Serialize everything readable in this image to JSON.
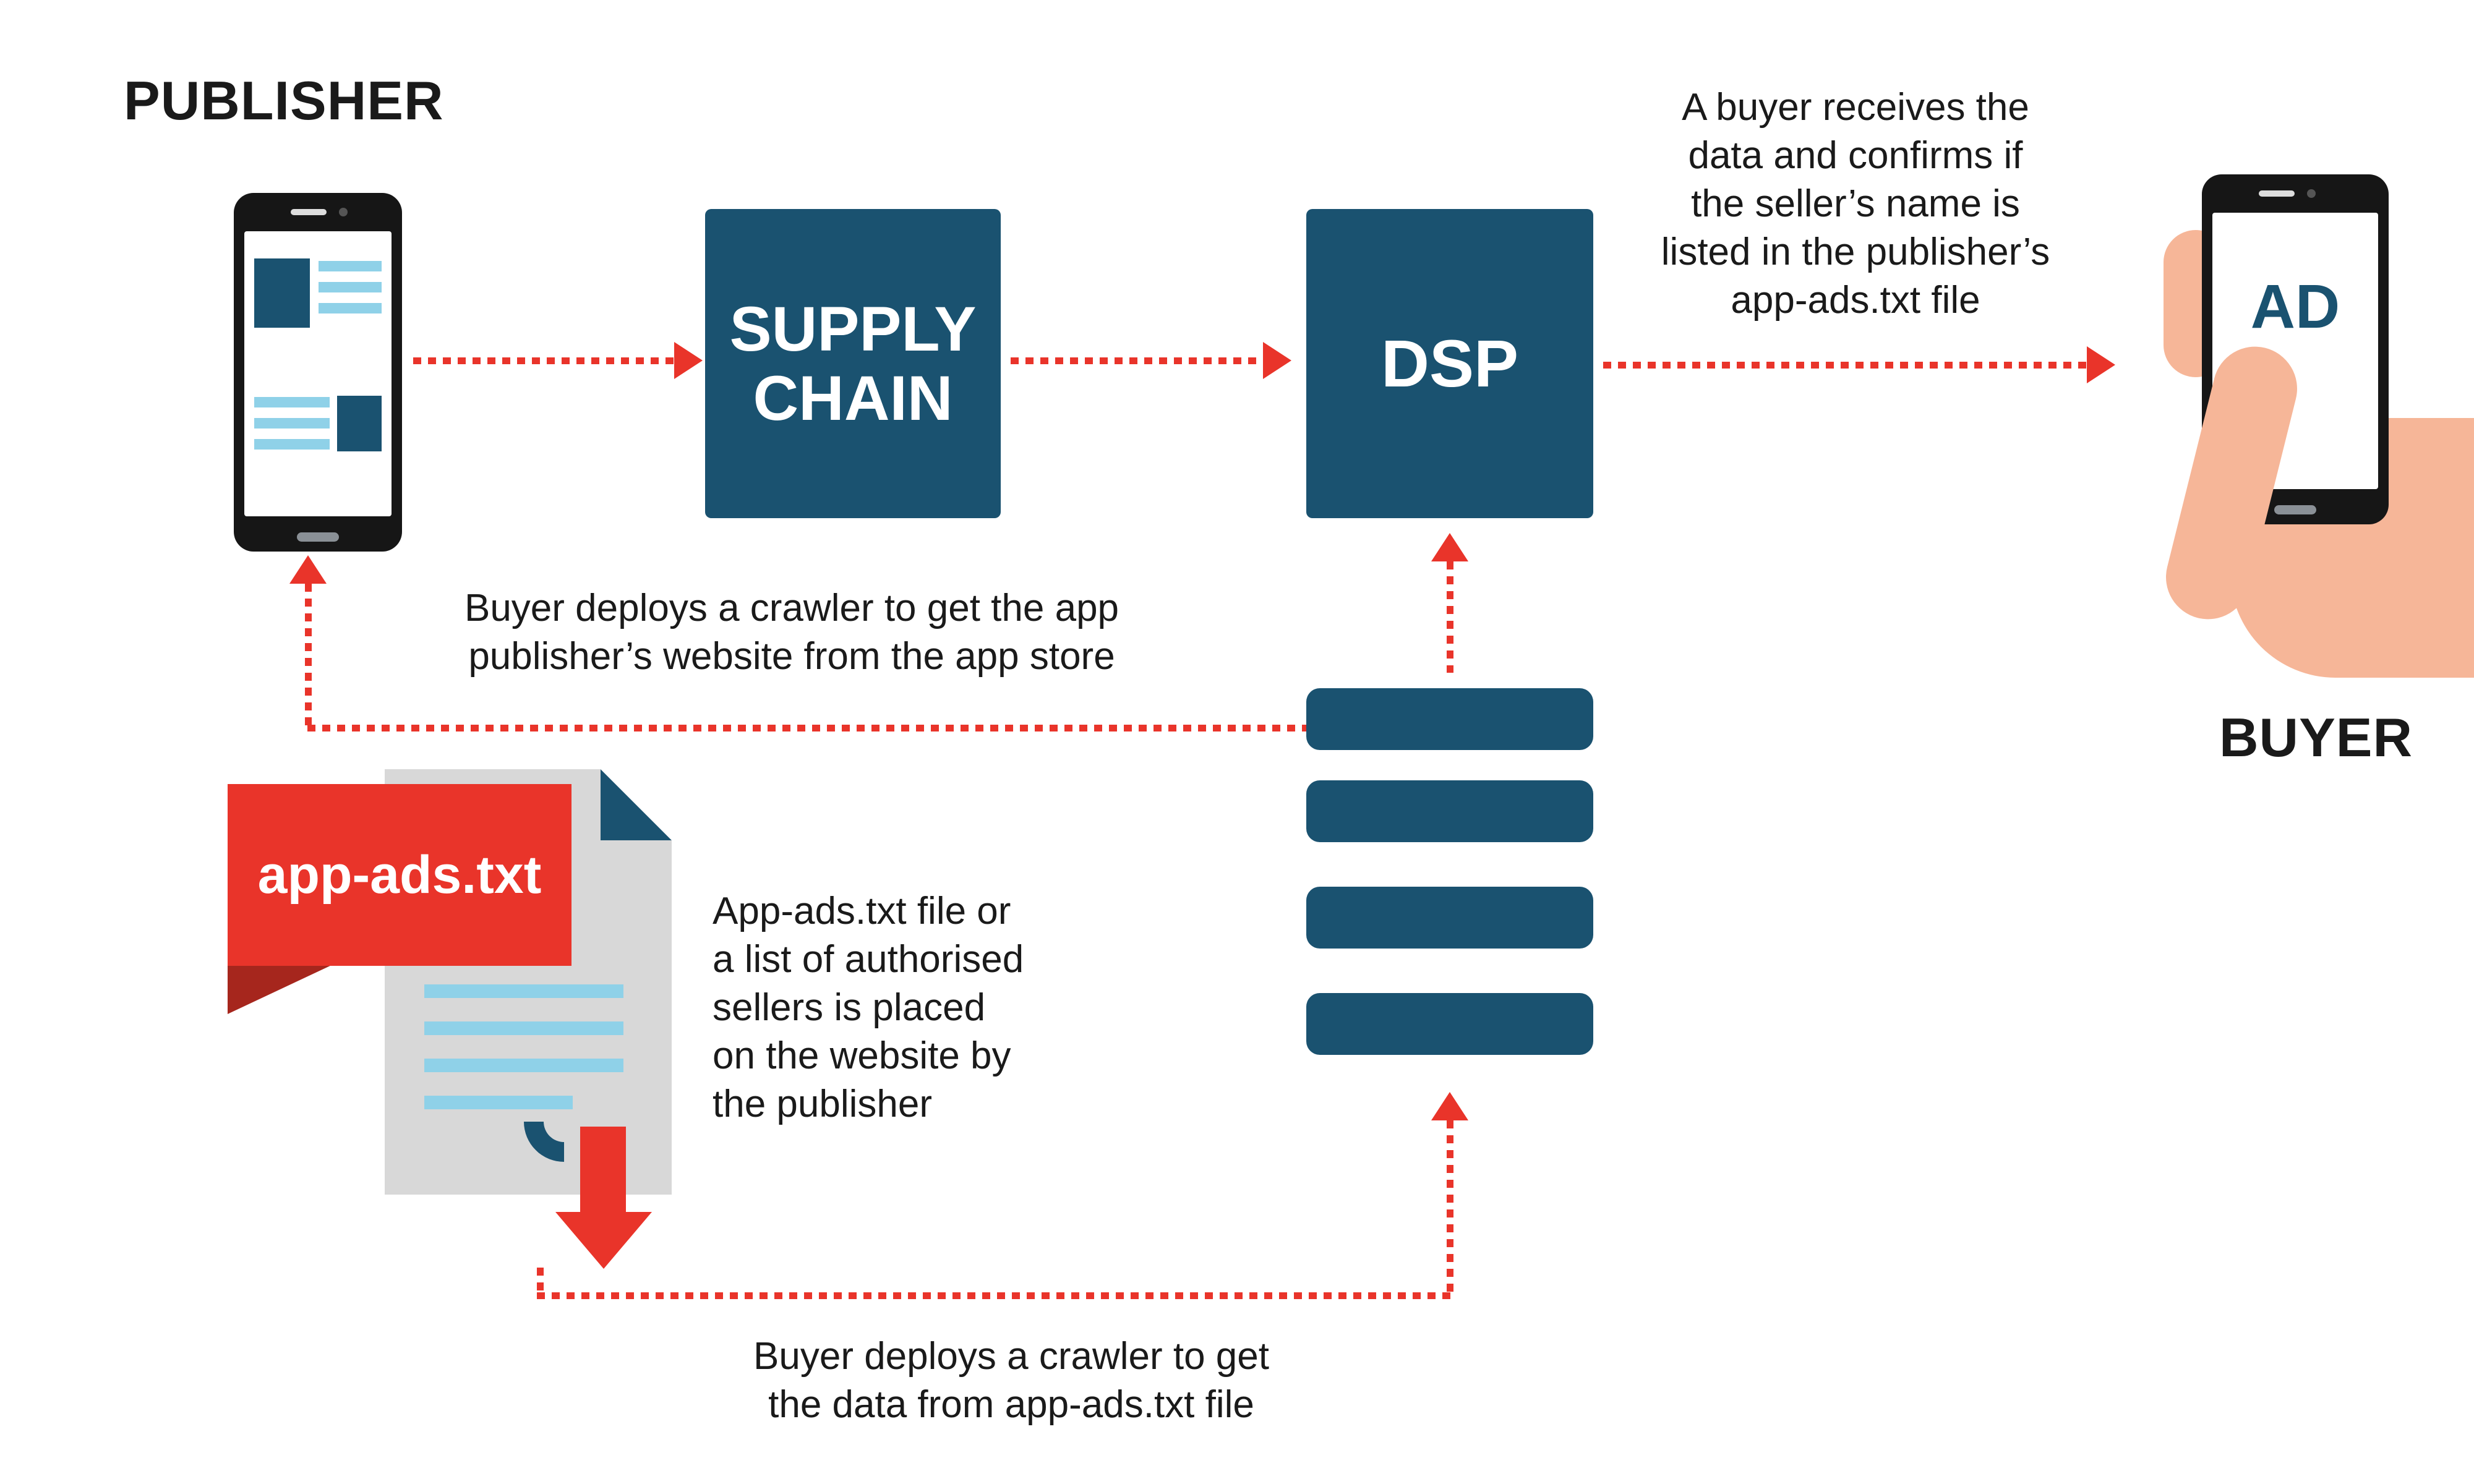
{
  "colors": {
    "dark_blue": "#1a5270",
    "red": "#e9342a",
    "dark_red": "#a6261d",
    "light_blue": "#8fd1e8",
    "skin": "#f6b698",
    "paper_gray": "#d8d8d8",
    "text": "#1a1a1a"
  },
  "nodes": {
    "publisher_label": "PUBLISHER",
    "supply_chain_label": "SUPPLY\nCHAIN",
    "dsp_label": "DSP",
    "buyer_label": "BUYER",
    "ad_label": "AD",
    "ribbon_label": "app-ads.txt"
  },
  "notes": {
    "buyer_receives": "A buyer receives the\ndata and confirms if\nthe seller’s name is\nlisted in the publisher’s\napp-ads.txt file",
    "crawler_website": "Buyer deploys a crawler to get the app\npublisher’s website from the app store",
    "file_placed": "App-ads.txt file or\na list of authorised\nsellers is placed\non the website by\nthe publisher",
    "crawler_data": "Buyer deploys a crawler to get\nthe data from app-ads.txt file"
  },
  "icons": {
    "publisher_phone": "smartphone-icon",
    "buyer_hand_phone": "hand-holding-phone-icon",
    "document": "app-ads-txt-document-icon",
    "database_stack": "server-stack-icon",
    "arrows": "red-dotted-arrow"
  }
}
